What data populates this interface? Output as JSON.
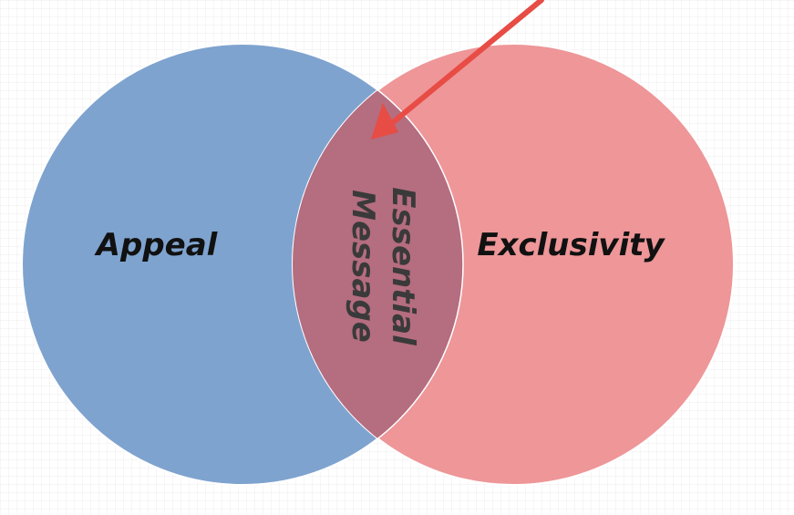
{
  "diagram": {
    "type": "venn",
    "left_circle": {
      "label": "Appeal",
      "color": "#7fa3cf"
    },
    "right_circle": {
      "label": "Exclusivity",
      "color": "#ee9698"
    },
    "intersection": {
      "label_line1": "Essential",
      "label_line2": "Message",
      "color": "#b56d80"
    },
    "arrow": {
      "color": "#e74c45",
      "points_to": "intersection"
    },
    "background": {
      "grid_color": "#ececec"
    }
  }
}
